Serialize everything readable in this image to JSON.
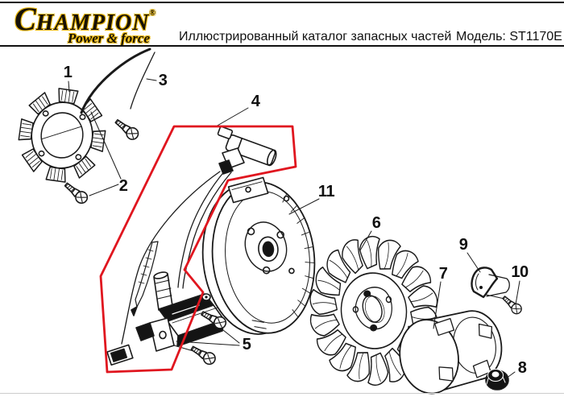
{
  "header": {
    "logo": {
      "initial": "C",
      "rest": "HAMPION",
      "registered": "®",
      "tagline": "Power & force"
    },
    "title": "Иллюстрированный каталог запасных частей",
    "model": "Модель: ST1170E"
  },
  "diagram": {
    "type": "exploded-parts-diagram",
    "highlight_color": "#e0161f",
    "line_color": "#1a1a1a",
    "callout_numbers": [
      "1",
      "2",
      "3",
      "4",
      "5",
      "6",
      "7",
      "8",
      "9",
      "10",
      "11"
    ]
  }
}
